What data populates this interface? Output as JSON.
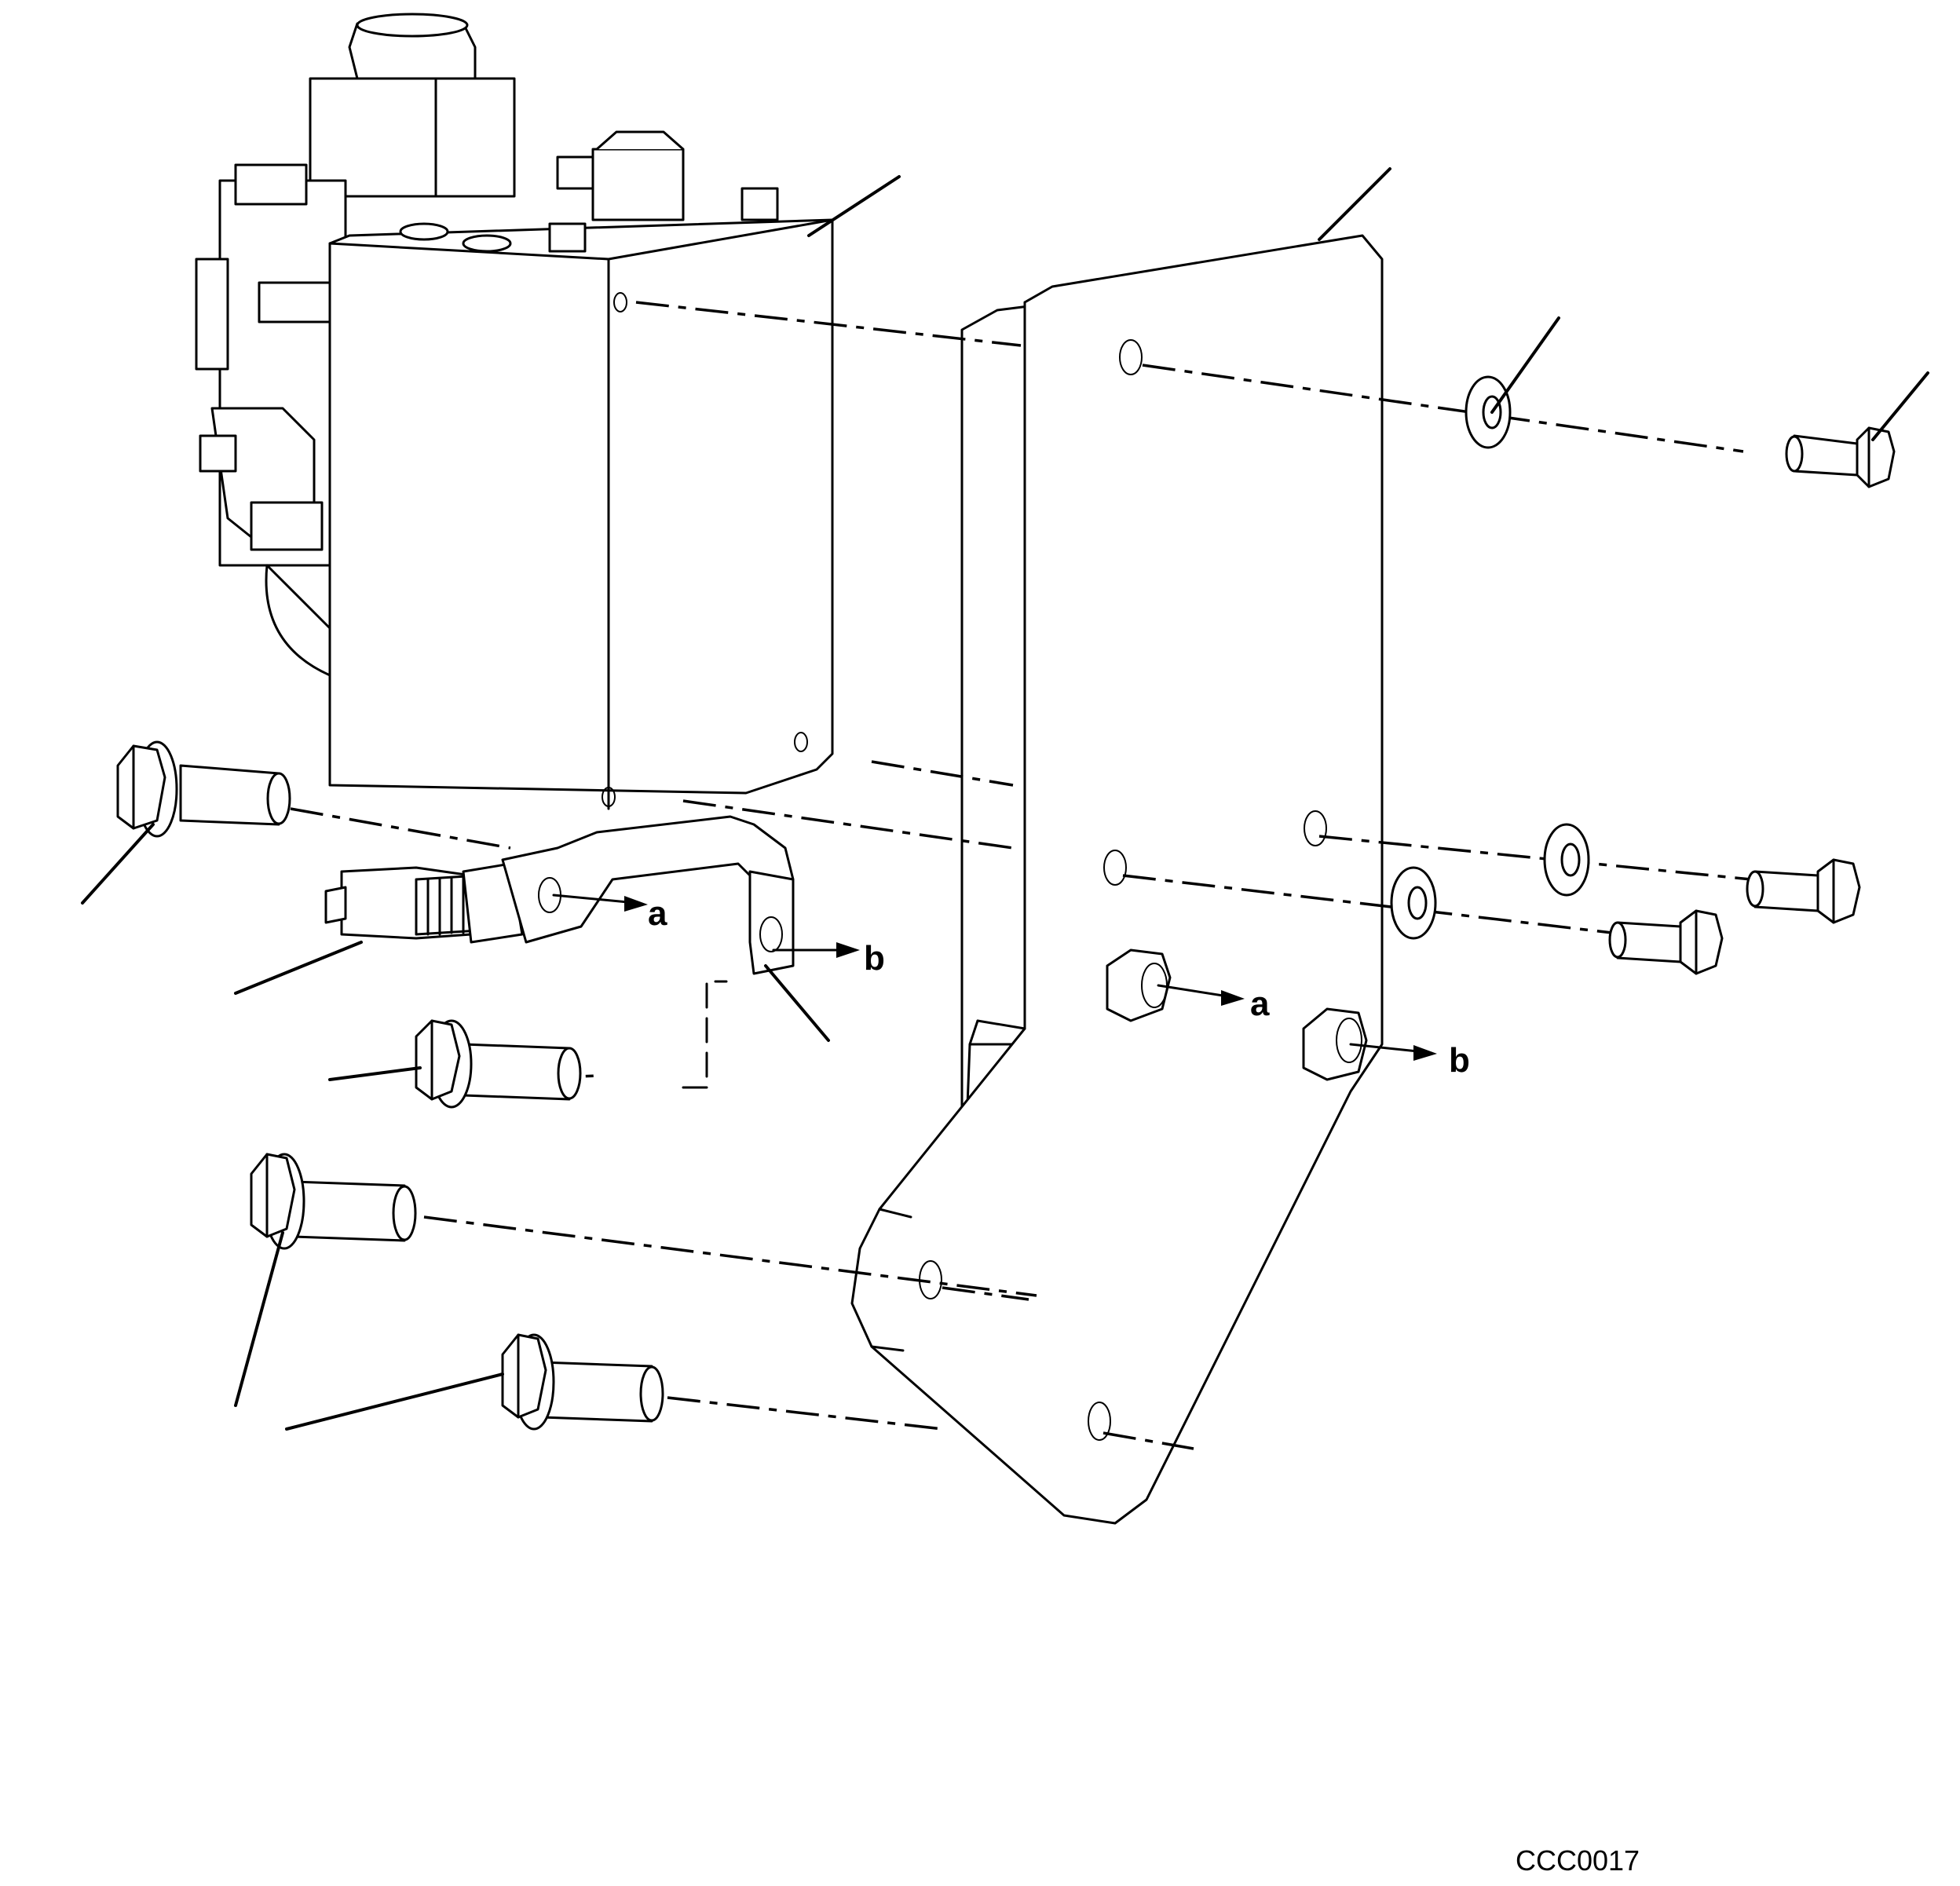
{
  "labels": {
    "a1": "a",
    "b1": "b",
    "a2": "a",
    "b2": "b",
    "figure_code": "CCC0017"
  },
  "colors": {
    "ink": "#000000",
    "paper": "#ffffff"
  }
}
